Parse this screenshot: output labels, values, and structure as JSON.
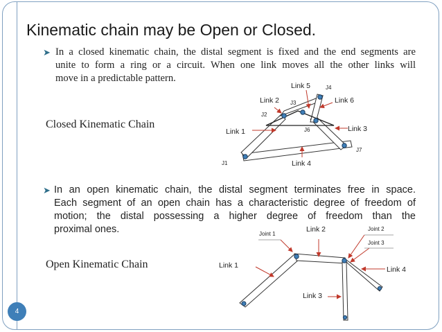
{
  "slide": {
    "title": "Kinematic chain may be Open or Closed.",
    "page_number": "4"
  },
  "closed": {
    "lines": [
      "In a closed kinematic chain, the distal segment is fixed and the end segments are",
      "unite to form a ring or a circuit. When one link moves all the other links will",
      "move in a predictable pattern."
    ],
    "caption": "Closed Kinematic Chain",
    "labels": {
      "link5": "Link 5",
      "j4": "J4",
      "link2": "Link 2",
      "j3": "J3",
      "link6": "Link 6",
      "j2": "J2",
      "link1": "Link 1",
      "j6": "J6",
      "link3": "Link 3",
      "j7": "J7",
      "j1": "J1",
      "link4": "Link 4"
    }
  },
  "open": {
    "lines": [
      "In an open kinematic chain, the distal segment terminates free in space.",
      "Each segment of an open chain has a characteristic degree of freedom of",
      "motion; the distal possessing a higher degree of freedom than the",
      "proximal ones."
    ],
    "caption": "Open Kinematic Chain",
    "labels": {
      "joint1": "Joint 1",
      "link2": "Link 2",
      "joint2": "Joint 2",
      "joint3": "Joint 3",
      "link1": "Link 1",
      "link4": "Link 4",
      "link3": "Link 3"
    }
  },
  "colors": {
    "accent": "#3f7fb8",
    "arrow": "#c0392b",
    "bullet": "#2e6e8a"
  }
}
